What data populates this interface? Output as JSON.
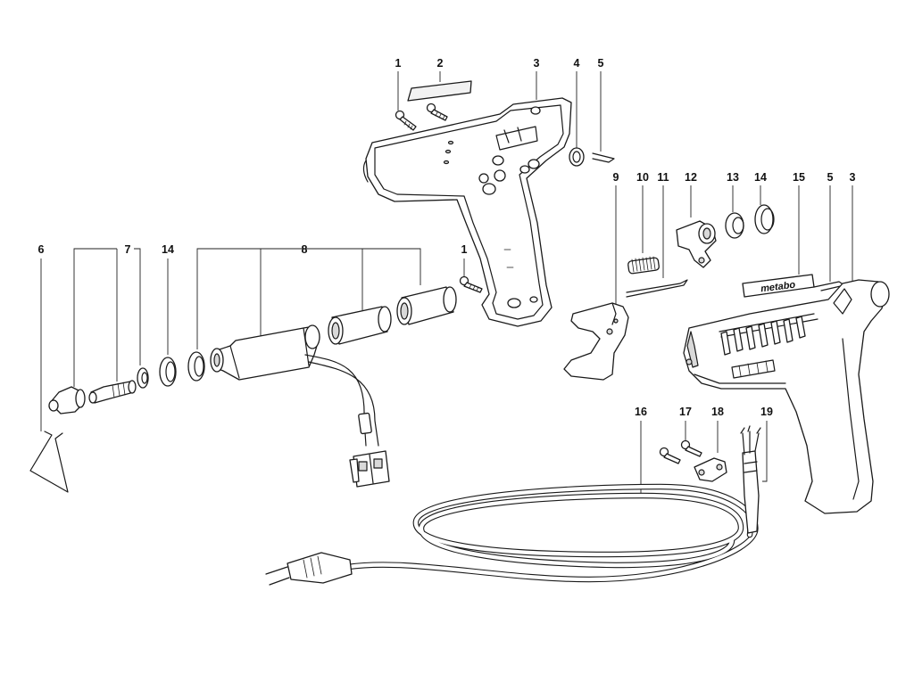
{
  "brand": "metabo",
  "labels": [
    {
      "id": "l1a",
      "text": "1"
    },
    {
      "id": "l2",
      "text": "2"
    },
    {
      "id": "l3a",
      "text": "3"
    },
    {
      "id": "l4",
      "text": "4"
    },
    {
      "id": "l5a",
      "text": "5"
    },
    {
      "id": "l9",
      "text": "9"
    },
    {
      "id": "l10",
      "text": "10"
    },
    {
      "id": "l11",
      "text": "11"
    },
    {
      "id": "l12",
      "text": "12"
    },
    {
      "id": "l13",
      "text": "13"
    },
    {
      "id": "l14a",
      "text": "14"
    },
    {
      "id": "l15",
      "text": "15"
    },
    {
      "id": "l5b",
      "text": "5"
    },
    {
      "id": "l3b",
      "text": "3"
    },
    {
      "id": "l6",
      "text": "6"
    },
    {
      "id": "l7",
      "text": "7"
    },
    {
      "id": "l14b",
      "text": "14"
    },
    {
      "id": "l8",
      "text": "8"
    },
    {
      "id": "l1b",
      "text": "1"
    },
    {
      "id": "l16",
      "text": "16"
    },
    {
      "id": "l17",
      "text": "17"
    },
    {
      "id": "l18",
      "text": "18"
    },
    {
      "id": "l19",
      "text": "19"
    }
  ]
}
